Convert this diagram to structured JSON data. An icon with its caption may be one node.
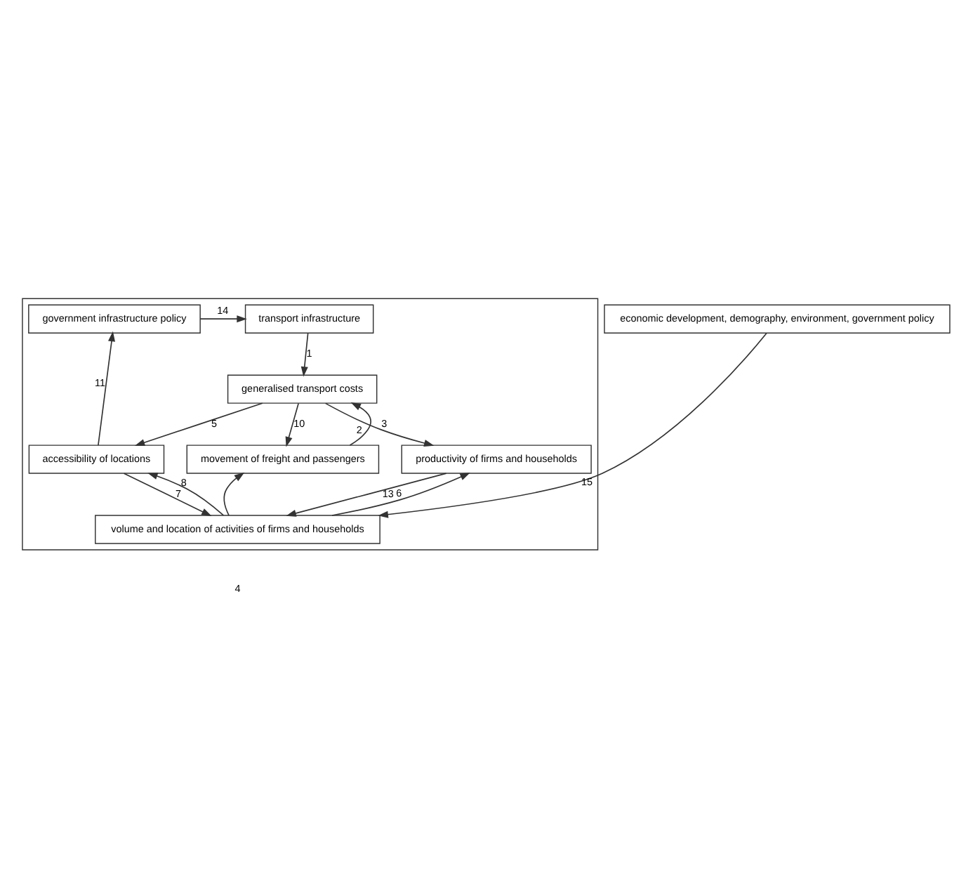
{
  "diagram": {
    "nodes": [
      {
        "text": [],
        "shape": "box"
      },
      {
        "text": [
          "transport infrastructure"
        ],
        "in": 0
      },
      {
        "text": [
          "government infrastructure policy"
        ],
        "in": 0
      },
      {
        "text": [
          "generalised transport costs"
        ],
        "in": 0
      },
      {
        "text": [
          "movement of freight and passengers"
        ],
        "in": 0
      },
      {
        "text": [
          "productivity of firms and households"
        ],
        "in": 0
      },
      {
        "text": [
          "accessibility of locations"
        ],
        "in": 0
      },
      {
        "text": [
          "volume and location of activities of firms and households"
        ],
        "in": 0
      },
      {
        "text": [
          "economic development, demography, environment, government policy"
        ]
      }
    ],
    "edges": [
      {
        "from": 2,
        "to": 1,
        "arrow": "to",
        "label": "14"
      },
      {
        "from": 1,
        "to": 3,
        "arrow": "to",
        "label": "1"
      },
      {
        "from": 4,
        "to": 3,
        "arrow": "to",
        "label": "2"
      },
      {
        "from": 3,
        "to": 4,
        "arrow": "to",
        "label": "10"
      },
      {
        "from": 3,
        "to": 5,
        "arrow": "to",
        "label": "3"
      },
      {
        "from": 3,
        "to": 6,
        "arrow": "to",
        "label": "5"
      },
      {
        "from": 6,
        "to": 2,
        "arrow": "to",
        "label": "11"
      },
      {
        "from": 5,
        "to": 7,
        "arrow": "to",
        "label": "13"
      },
      {
        "from": 7,
        "to": 5,
        "arrow": "to",
        "label": "6"
      },
      {
        "from": 6,
        "to": 7,
        "arrow": "to",
        "label": "7"
      },
      {
        "from": 7,
        "to": 6,
        "arrow": "to",
        "label": "8"
      },
      {
        "from": 7,
        "to": 4,
        "arrow": "to"
      },
      {
        "from": 8,
        "to": 7,
        "arrow": "to",
        "label": "15"
      }
    ],
    "labels": [
      "4"
    ]
  }
}
